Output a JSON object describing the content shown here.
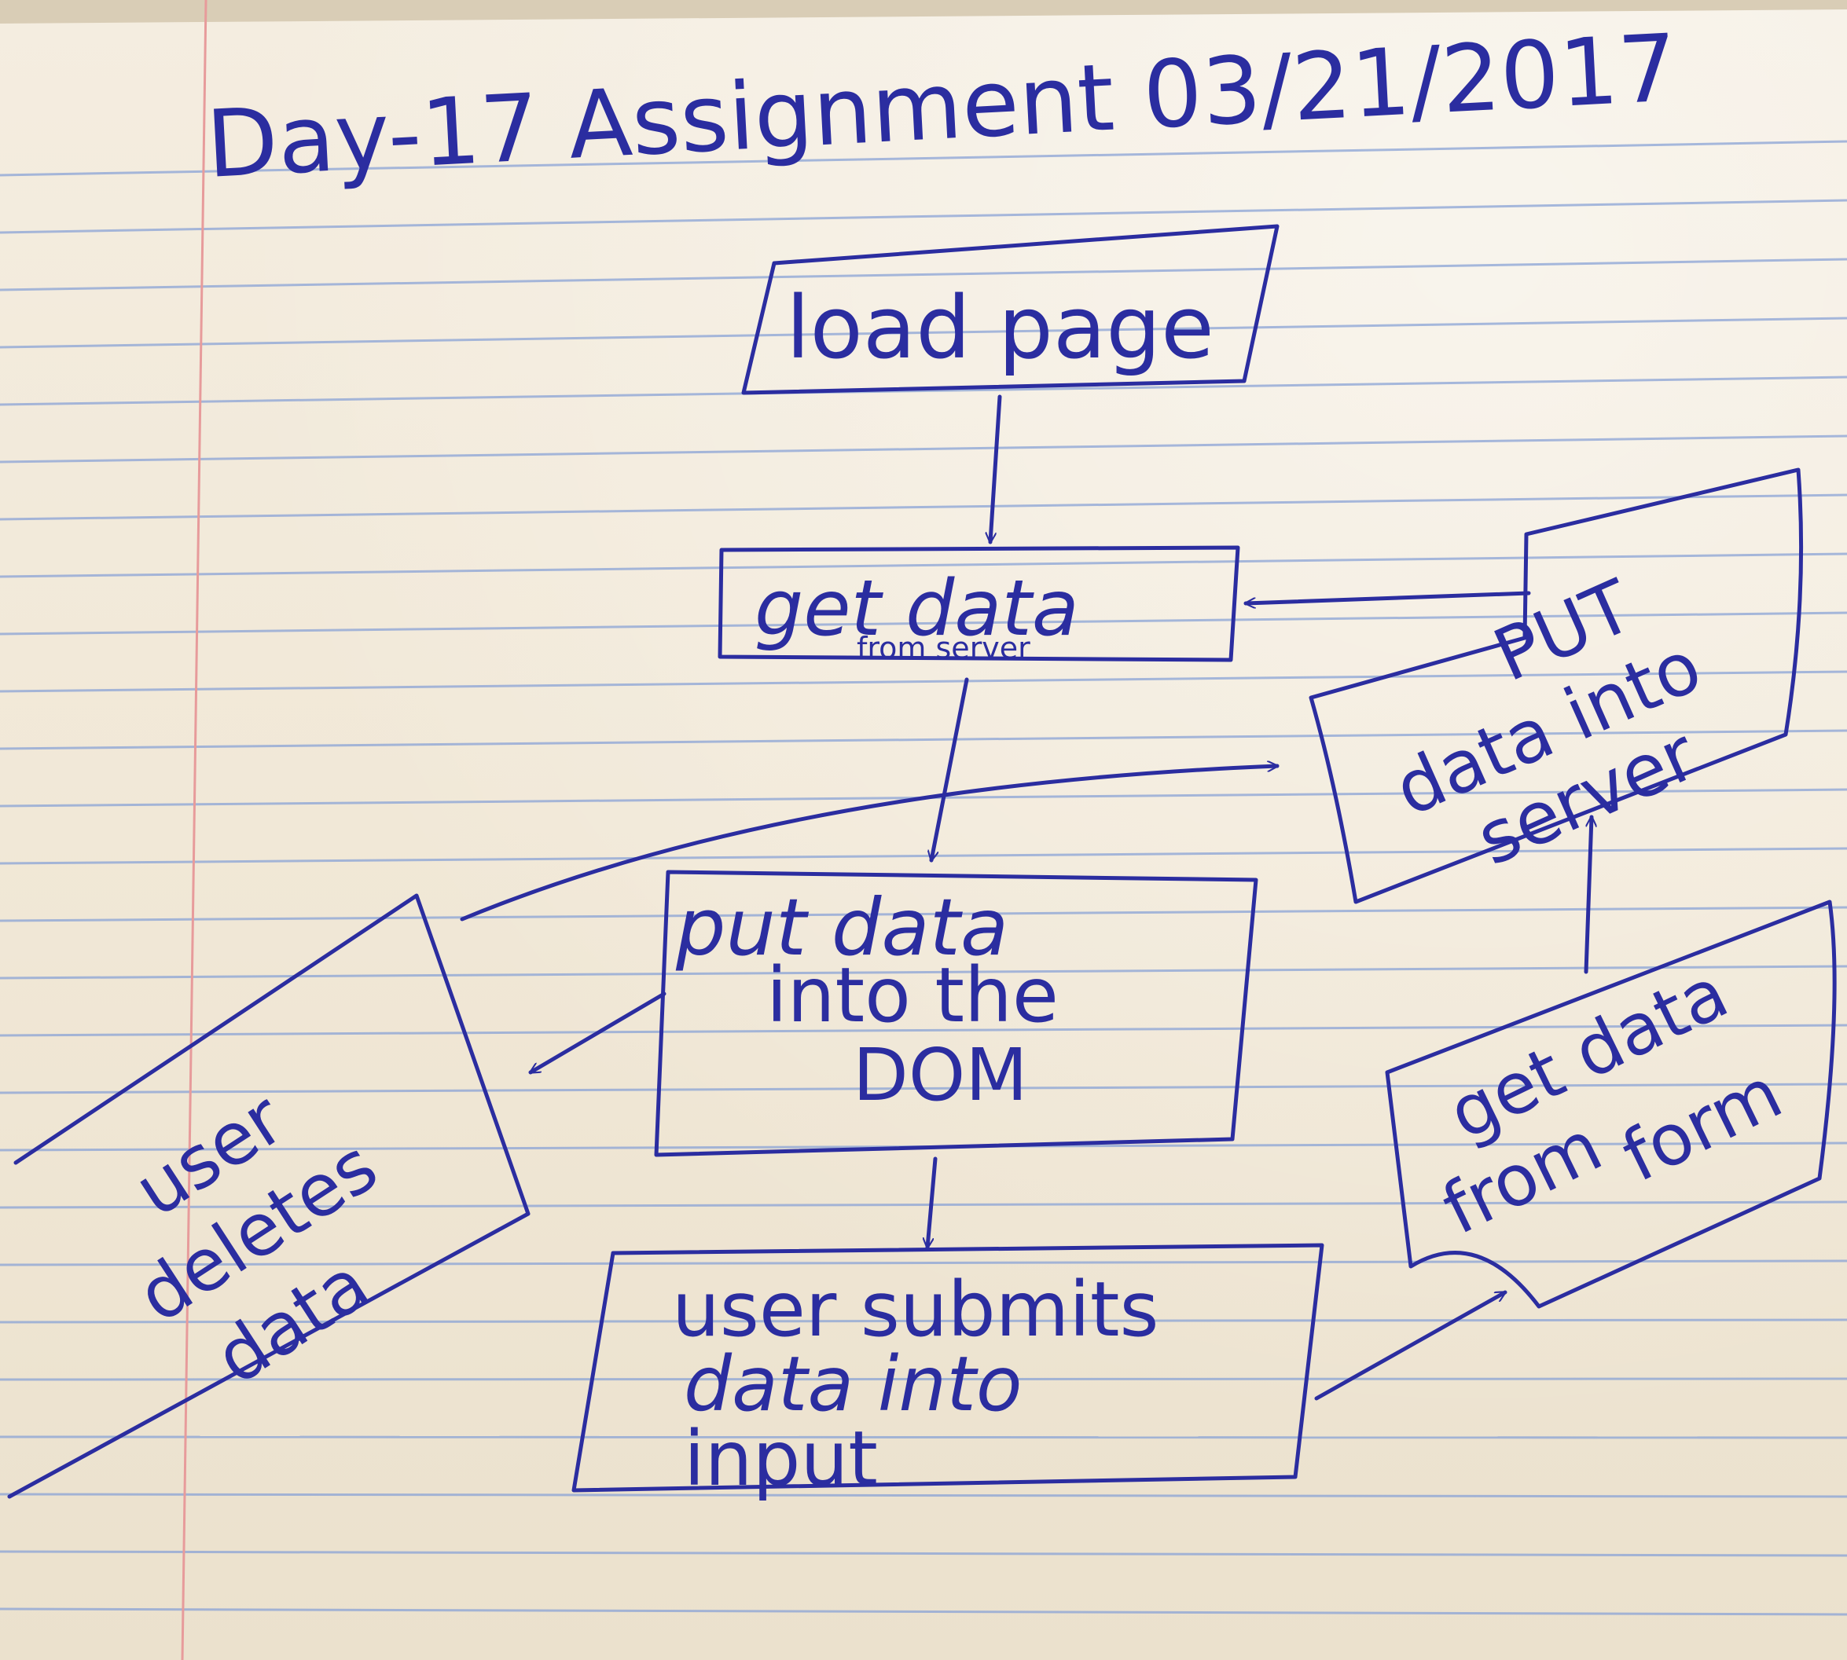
{
  "title": "Day-17 Assignment 03/21/2017",
  "nodes": {
    "load_page": [
      "load page"
    ],
    "get_data_server": {
      "main": "get data",
      "sub": "from server"
    },
    "put_data_dom": [
      "put data",
      "into the",
      "DOM"
    ],
    "user_submits": [
      "user submits",
      "data into",
      "input"
    ],
    "user_deletes": [
      "user",
      "deletes",
      "data"
    ],
    "get_data_form": [
      "get data",
      "from",
      "form"
    ],
    "put_data_server": [
      "PUT",
      "data into",
      "server"
    ]
  },
  "colors": {
    "ink": "#2b2da0",
    "paper": "#f1e8d7",
    "rule_line": "#8aa3d6",
    "margin_line": "#e79b9b"
  }
}
